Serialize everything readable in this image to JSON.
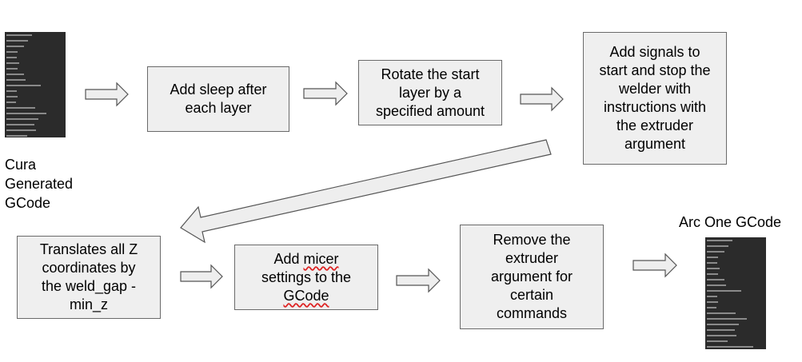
{
  "input_caption": "Cura\nGenerated\nGCode",
  "output_caption": "Arc One GCode",
  "steps": [
    {
      "text": "Add sleep after\neach layer"
    },
    {
      "text": "Rotate the start\nlayer by a\nspecified amount"
    },
    {
      "text": "Add signals to\nstart and stop the\nwelder with\ninstructions with\nthe extruder\nargument"
    },
    {
      "text": "Translates all Z\ncoordinates by\nthe weld_gap -\nmin_z"
    },
    {
      "pre": "Add ",
      "marked": "micer",
      "post": "\nsettings to the\n",
      "marked2": "GCode"
    },
    {
      "text": "Remove the\nextruder\nargument for\ncertain\ncommands"
    }
  ],
  "colors": {
    "box_fill": "#efefef",
    "box_border": "#6a6a6a",
    "thumbnail_bg": "#2b2b2b",
    "spellcheck": "#dd2222"
  },
  "icons": {
    "input_file": "gcode-thumbnail-icon",
    "output_file": "gcode-thumbnail-icon"
  }
}
